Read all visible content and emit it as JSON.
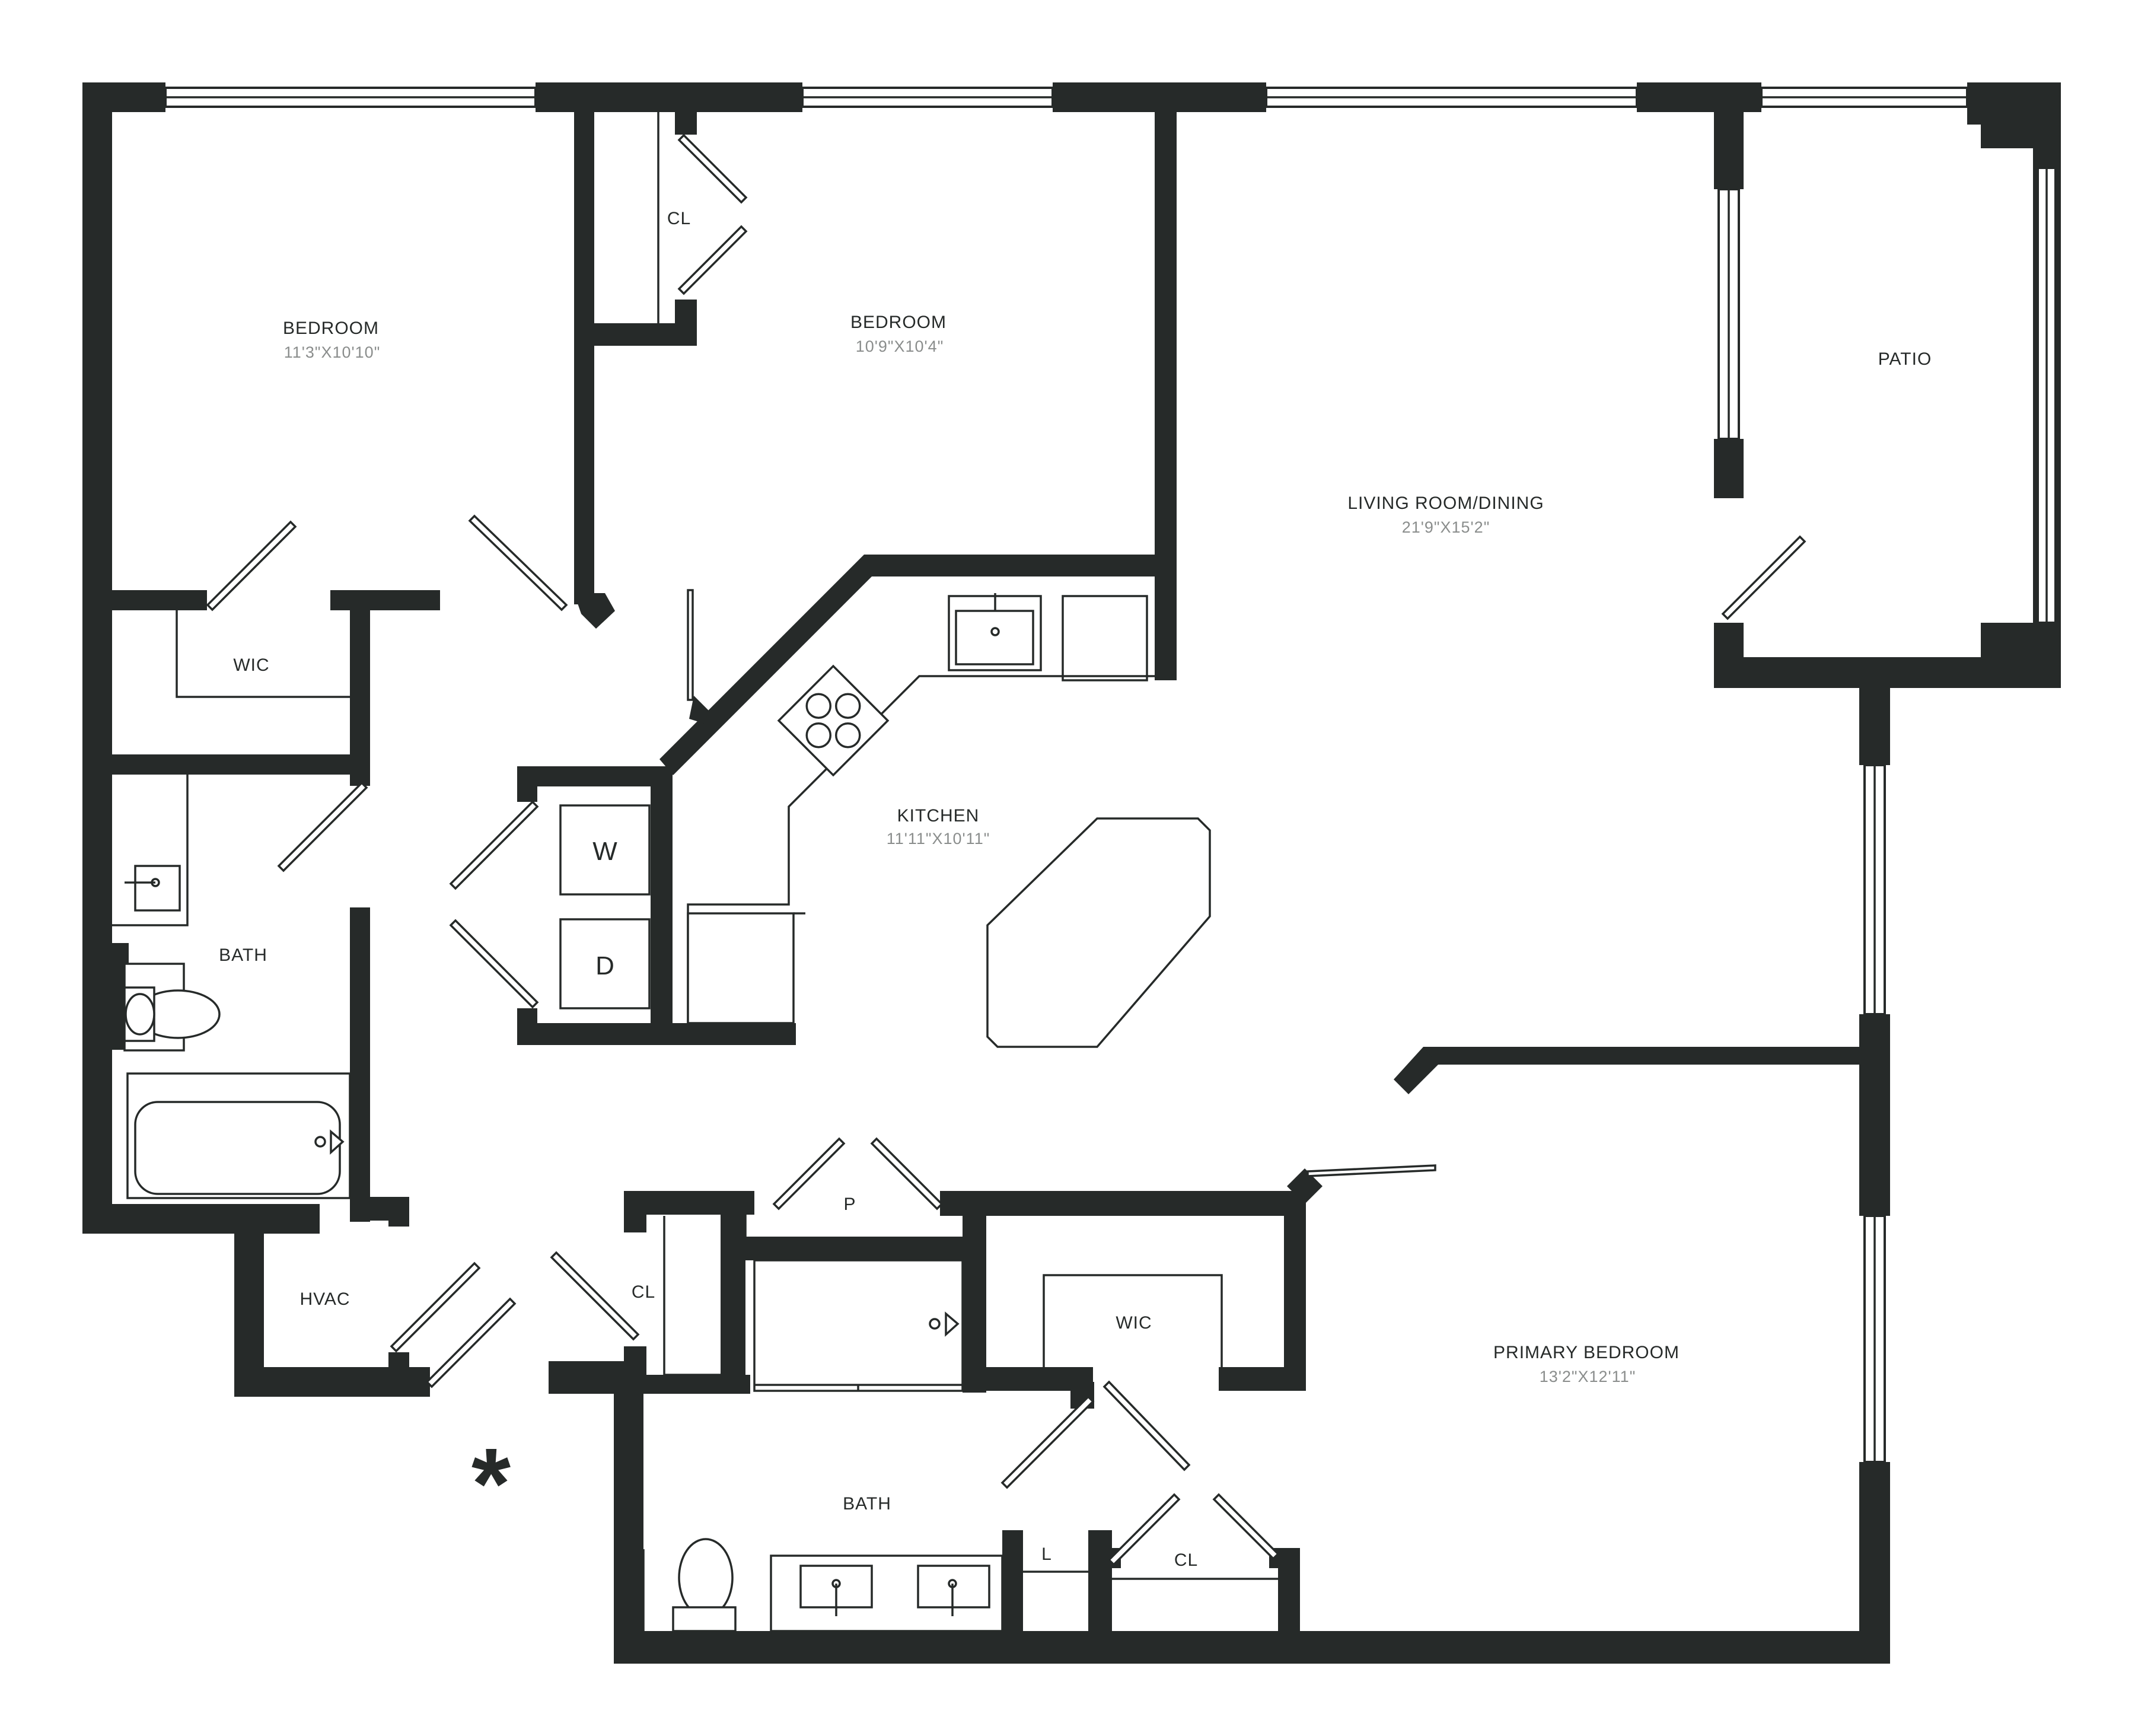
{
  "rooms": {
    "bedroom_1": {
      "name": "BEDROOM",
      "dims": "11'3\"X10'10\""
    },
    "bedroom_2": {
      "name": "BEDROOM",
      "dims": "10'9\"X10'4\""
    },
    "living": {
      "name": "LIVING ROOM/DINING",
      "dims": "21'9\"X15'2\""
    },
    "patio": {
      "name": "PATIO"
    },
    "kitchen": {
      "name": "KITCHEN",
      "dims": "11'11\"X10'11\""
    },
    "primary_bedroom": {
      "name": "PRIMARY BEDROOM",
      "dims": "13'2\"X12'11\""
    },
    "bath_1": {
      "name": "BATH"
    },
    "bath_2": {
      "name": "BATH"
    },
    "wic_1": {
      "name": "WIC"
    },
    "wic_2": {
      "name": "WIC"
    },
    "closet_1": {
      "name": "CL"
    },
    "closet_2": {
      "name": "CL"
    },
    "closet_3": {
      "name": "CL"
    },
    "hvac": {
      "name": "HVAC"
    },
    "pantry": {
      "name": "P"
    },
    "linen": {
      "name": "L"
    }
  },
  "appliances": {
    "washer": "W",
    "dryer": "D"
  },
  "marker": "*",
  "colors": {
    "wall": "#262a29",
    "dimension_text": "#8a8d8c",
    "background": "#ffffff"
  }
}
